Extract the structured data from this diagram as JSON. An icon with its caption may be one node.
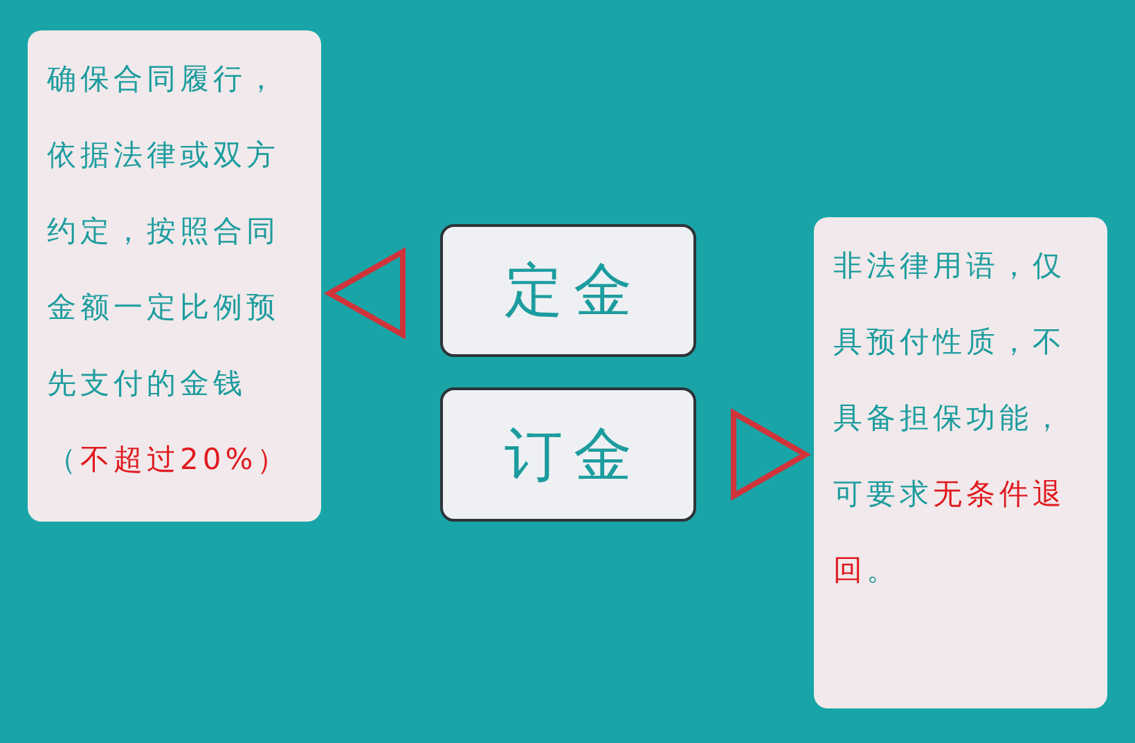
{
  "diagram": {
    "nodes": [
      {
        "text": [
          "确保合同履行，依据法律或双方约定，按照合同金额一定比例预先支付的金钱（**不超过20%）**"
        ]
      },
      {
        "text": [
          "定金"
        ]
      },
      {
        "text": [
          "订金"
        ]
      },
      {
        "text": [
          "非法律用语，仅具预付性质，不具备担保功能，可要求**无条件退回**。"
        ]
      }
    ],
    "edges": [
      {
        "from": 1,
        "to": 0,
        "arrow": "to"
      },
      {
        "from": 2,
        "to": 3,
        "arrow": "to"
      }
    ]
  }
}
